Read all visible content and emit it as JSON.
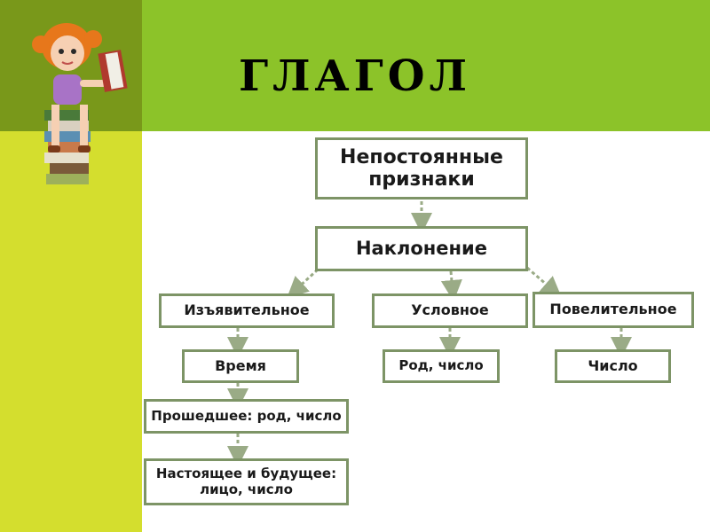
{
  "title": "ГЛАГОЛ",
  "diagram": {
    "root": "Непостоянные признаки",
    "level1": "Наклонение",
    "moods": [
      "Изъявительное",
      "Условное",
      "Повелительное"
    ],
    "indicative_branch": {
      "node": "Время",
      "children": [
        "Прошедшее: род, число",
        "Настоящее и будущее: лицо, число"
      ]
    },
    "conditional_branch": {
      "node": "Род, число"
    },
    "imperative_branch": {
      "node": "Число"
    }
  },
  "colors": {
    "left_band": "#d4de2e",
    "left_top": "#79981a",
    "top_band": "#8cc329",
    "box_border": "#7d9466"
  },
  "illustration": "cartoon-girl-reading-on-book-stack"
}
